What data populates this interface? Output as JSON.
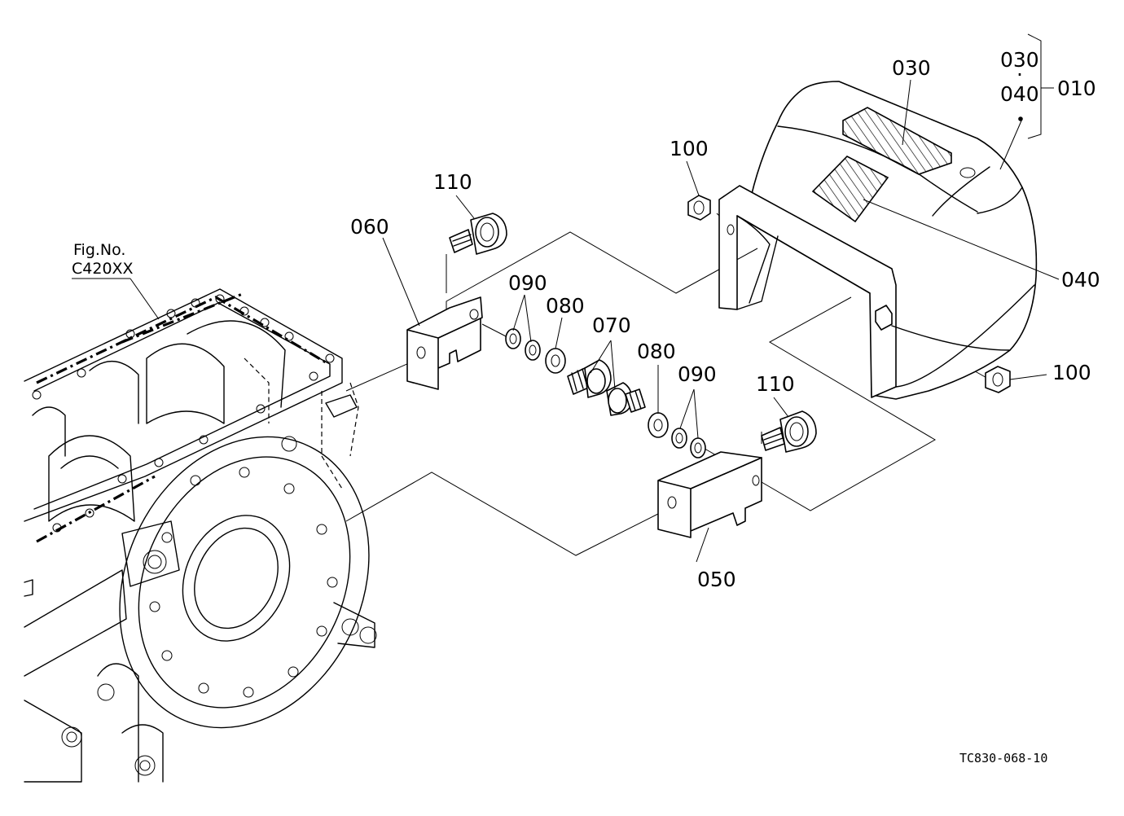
{
  "fig": {
    "label": "Fig.No.",
    "number": "C420XX"
  },
  "group": {
    "top": "030",
    "dot": "·",
    "bottom": "040",
    "assembly": "010"
  },
  "callouts": {
    "p030": "030",
    "p040": "040",
    "p050": "050",
    "p060": "060",
    "p070": "070",
    "p080_a": "080",
    "p080_b": "080",
    "p090_a": "090",
    "p090_b": "090",
    "p100_a": "100",
    "p100_b": "100",
    "p110_a": "110",
    "p110_b": "110"
  },
  "drawing_code": "TC830-068-10"
}
